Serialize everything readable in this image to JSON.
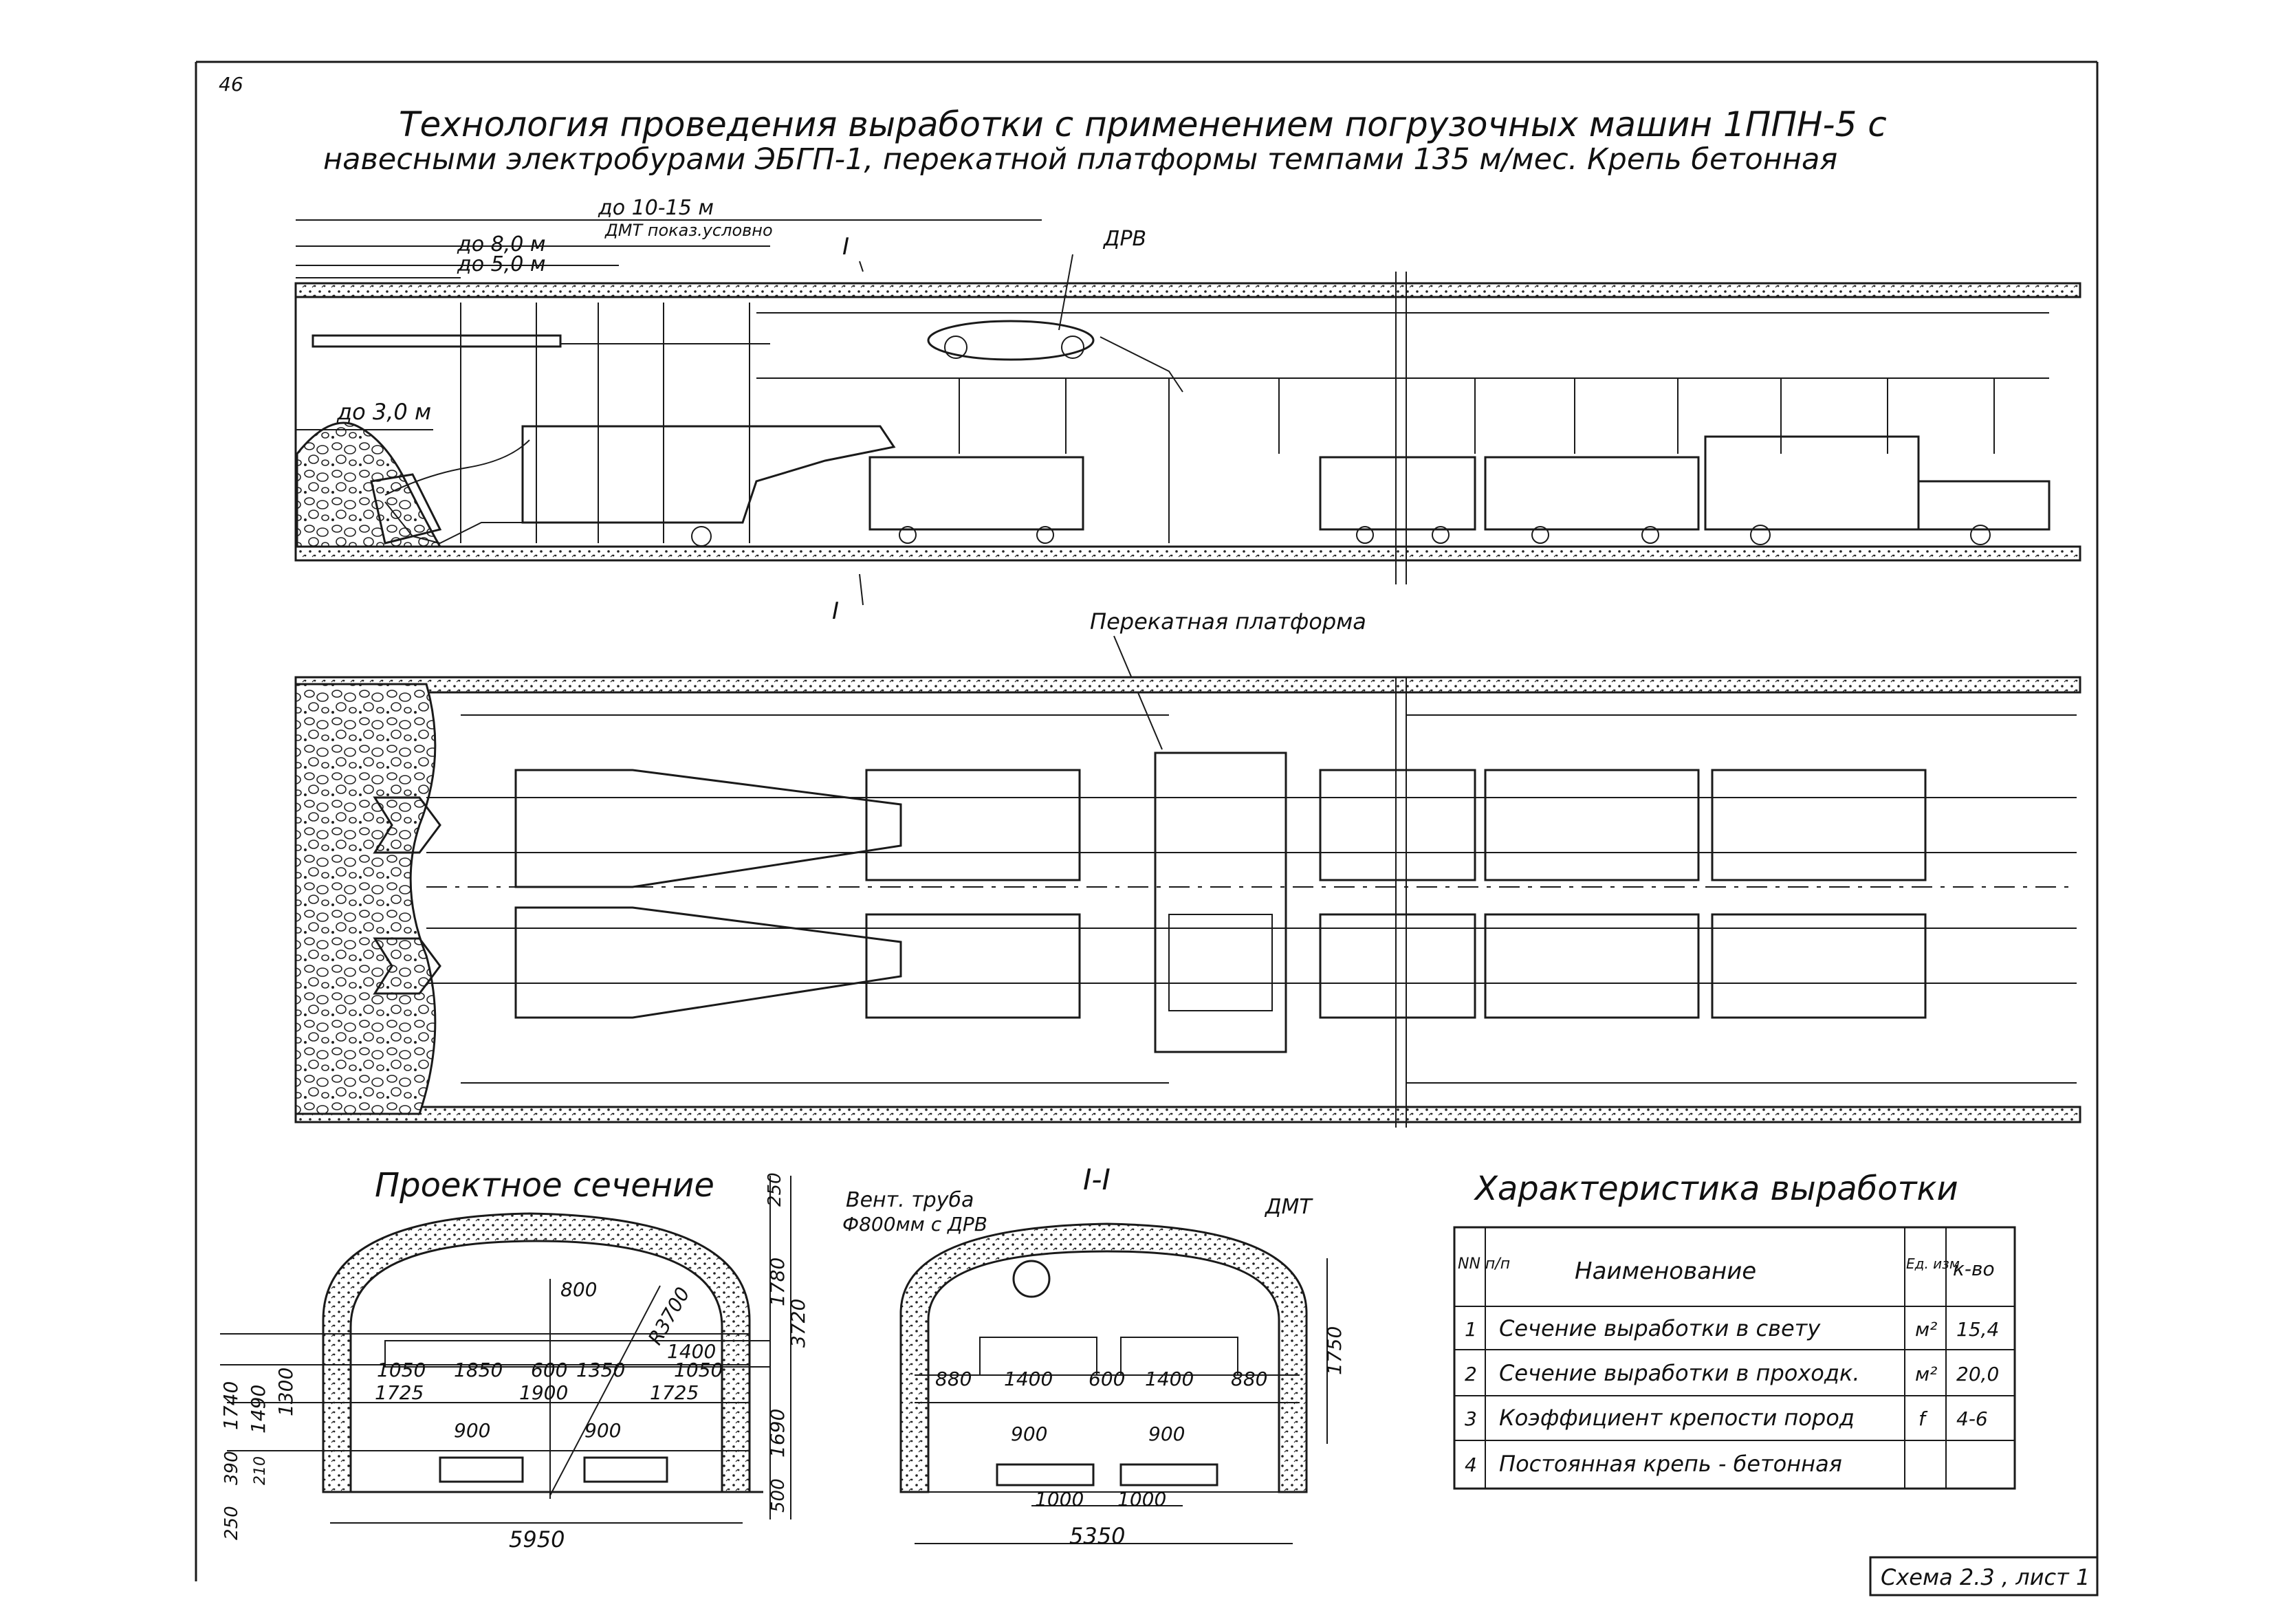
{
  "page_number": "46",
  "title": {
    "line1": "Технология проведения выработки с применением погрузочных машин 1ППН-5 с",
    "line2": "навесными электробурами ЭБГП-1, перекатной платформы темпами 135 м/мес. Крепь бетонная"
  },
  "top_view": {
    "dims": [
      "до 10-15 м",
      "ДМТ показ.условно",
      "до 8,0 м",
      "до 5,0 м",
      "до 3,0 м"
    ],
    "drv_label": "ДРВ",
    "section_mark_top": "I",
    "section_mark_bottom": "I"
  },
  "plan_view": {
    "platform_label": "Перекатная платформа"
  },
  "project_section": {
    "title": "Проектное сечение",
    "dims": [
      "250",
      "800",
      "R3700",
      "1400",
      "1780",
      "3720",
      "1050",
      "1850",
      "600",
      "1350",
      "1050",
      "1725",
      "1900",
      "1725",
      "1740",
      "1490",
      "1300",
      "900",
      "900",
      "1690",
      "390",
      "210",
      "250",
      "500",
      "5950"
    ]
  },
  "section_ii": {
    "title": "I-I",
    "vent_label_1": "Вент. труба",
    "vent_label_2": "Ф800мм с ДРВ",
    "dmt_label": "ДМТ",
    "dims": [
      "880",
      "1400",
      "600",
      "1400",
      "880",
      "1750",
      "900",
      "900",
      "1000",
      "1000",
      "5350"
    ]
  },
  "characteristics": {
    "title": "Характеристика выработки",
    "headers": [
      "NN п/п",
      "Наименование",
      "Ед. изм",
      "к-во"
    ],
    "rows": [
      {
        "n": "1",
        "name": "Сечение выработки в свету",
        "unit": "м²",
        "qty": "15,4"
      },
      {
        "n": "2",
        "name": "Сечение выработки в проходк.",
        "unit": "м²",
        "qty": "20,0"
      },
      {
        "n": "3",
        "name": "Коэффициент крепости пород",
        "unit": "f",
        "qty": "4-6"
      },
      {
        "n": "4",
        "name": "Постоянная крепь - бетонная",
        "unit": "",
        "qty": ""
      }
    ]
  },
  "sheet_label": "Схема 2.3 , лист 1"
}
